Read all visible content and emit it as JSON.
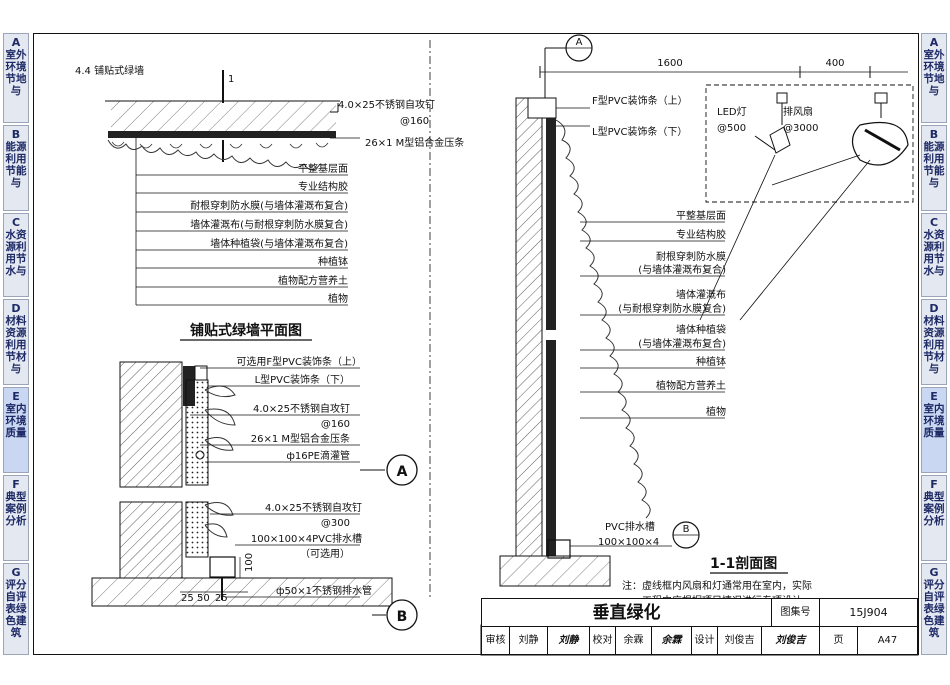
{
  "left_tabs": [
    {
      "letter": "A",
      "text": "室外环境节地与"
    },
    {
      "letter": "B",
      "text": "能源利用节能与"
    },
    {
      "letter": "C",
      "text": "水资源利用节水与"
    },
    {
      "letter": "D",
      "text": "材料资源利用节材与"
    },
    {
      "letter": "E",
      "text": "室内环境质量"
    },
    {
      "letter": "F",
      "text": "典型案例分析"
    },
    {
      "letter": "G",
      "text": "评分自评表绿色建筑"
    }
  ],
  "right_tabs": [
    {
      "letter": "A",
      "text": "室外环境节地与"
    },
    {
      "letter": "B",
      "text": "能源利用节能与"
    },
    {
      "letter": "C",
      "text": "水资源利用节水与"
    },
    {
      "letter": "D",
      "text": "材料资源利用节材与"
    },
    {
      "letter": "E",
      "text": "室内环境质量"
    },
    {
      "letter": "F",
      "text": "典型案例分析"
    },
    {
      "letter": "G",
      "text": "评分自评表绿色建筑"
    }
  ],
  "plan": {
    "section_title": "4.4  铺贴式绿墙",
    "cut_mark": "1",
    "screw_label": "4.0×25不锈钢自攻钉",
    "screw_spacing": "@160",
    "strip_label": "26×1 M型铝合金压条",
    "layers": [
      "平整基层面",
      "专业结构胶",
      "耐根穿刺防水膜(与墙体灌溉布复合)",
      "墙体灌溉布(与耐根穿刺防水膜复合)",
      "墙体种植袋(与墙体灌溉布复合)",
      "种植钵",
      "植物配方营养土",
      "植物"
    ],
    "caption": "铺贴式绿墙平面图"
  },
  "detail_a": {
    "labels": [
      "可选用F型PVC装饰条（上）",
      "L型PVC装饰条（下）",
      "4.0×25不锈钢自攻钉",
      "@160",
      "26×1 M型铝合金压条",
      "ф16PE滴灌管"
    ],
    "marker": "A"
  },
  "detail_b": {
    "labels": [
      "4.0×25不锈钢自攻钉",
      "@300",
      "100×100×4PVC排水槽",
      "（可选用）",
      "ф50×1不锈钢排水管"
    ],
    "dims": [
      "25",
      "50",
      "25",
      "100"
    ],
    "marker": "B"
  },
  "section": {
    "marker_a": "A",
    "dim_1600": "1600",
    "dim_400": "400",
    "f_strip": "F型PVC装饰条（上）",
    "l_strip": "L型PVC装饰条（下）",
    "led_label": "LED灯",
    "led_spacing": "@500",
    "fan_label": "排风扇",
    "fan_spacing": "@3000",
    "layers": [
      "平整基层面",
      "专业结构胶",
      "耐根穿刺防水膜",
      "(与墙体灌溉布复合)",
      "墙体灌溉布",
      "(与耐根穿刺防水膜复合)",
      "墙体种植袋",
      "(与墙体灌溉布复合)",
      "种植钵",
      "植物配方营养土",
      "植物"
    ],
    "gutter_label": "PVC排水槽",
    "gutter_size": "100×100×4",
    "marker_b": "B",
    "caption": "1-1剖面图",
    "note_line1": "注：虚线框内风扇和灯通常用在室内，实际",
    "note_line2": "工程中应根据项目情况进行专项设计。"
  },
  "title_block": {
    "title": "垂直绿化",
    "atlas_label": "图集号",
    "atlas_no": "15J904",
    "page_label": "页",
    "page_no": "A47",
    "review_label": "审核",
    "reviewer": "刘静",
    "reviewer_sign": "刘静",
    "check_label": "校对",
    "checker": "余霖",
    "checker_sign": "余霖",
    "design_label": "设计",
    "designer": "刘俊吉",
    "designer_sign": "刘俊吉"
  }
}
